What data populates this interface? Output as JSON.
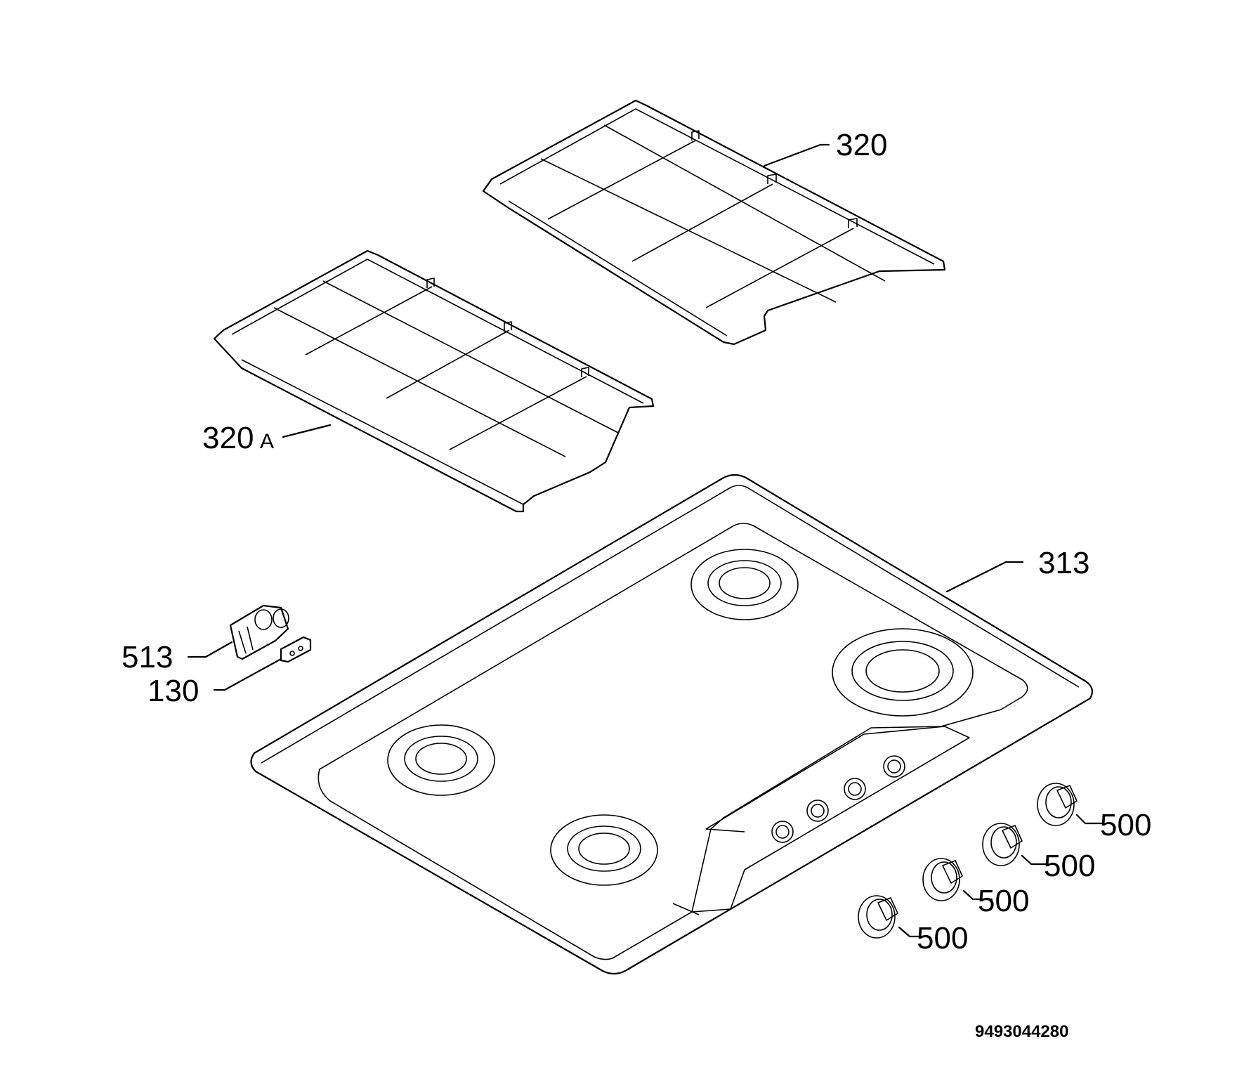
{
  "labels": {
    "grate_right": "320",
    "grate_left": "320",
    "grate_left_suffix": "A",
    "hob_top": "313",
    "bracket": "513",
    "clip": "130",
    "knob_1": "500",
    "knob_2": "500",
    "knob_3": "500",
    "knob_4": "500"
  },
  "document_number": "9493044280",
  "colors": {
    "line": "#000000",
    "background": "#ffffff"
  }
}
